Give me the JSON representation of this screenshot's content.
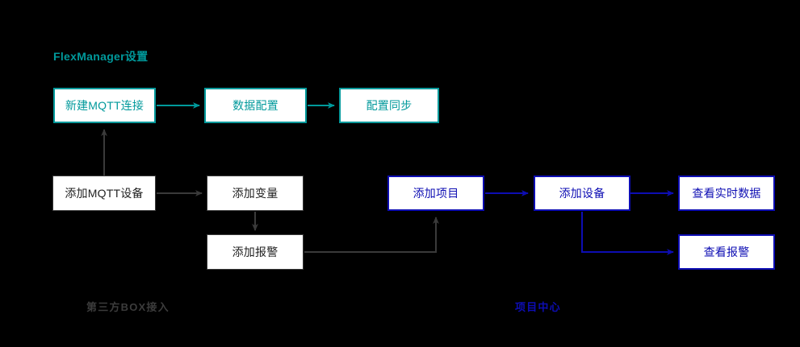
{
  "diagram": {
    "background": "#000000",
    "colors": {
      "teal": "#00999b",
      "gray": "#3a3a3a",
      "blue": "#0d0db3",
      "node_fill": "#ffffff"
    },
    "section_title": "FlexManager设置",
    "group_labels": {
      "left": "第三方BOX接入",
      "right": "项目中心"
    },
    "nodes": {
      "new_mqtt_connection": "新建MQTT连接",
      "data_config": "数据配置",
      "config_sync": "配置同步",
      "add_mqtt_device": "添加MQTT设备",
      "add_variable": "添加变量",
      "add_alarm": "添加报警",
      "add_project": "添加项目",
      "add_device": "添加设备",
      "view_realtime_data": "查看实时数据",
      "view_alarm": "查看报警"
    },
    "edges": [
      {
        "from": "new_mqtt_connection",
        "to": "data_config",
        "color": "#00999b"
      },
      {
        "from": "data_config",
        "to": "config_sync",
        "color": "#00999b"
      },
      {
        "from": "add_mqtt_device",
        "to": "new_mqtt_connection",
        "color": "#3a3a3a"
      },
      {
        "from": "add_mqtt_device",
        "to": "add_variable",
        "color": "#3a3a3a"
      },
      {
        "from": "add_variable",
        "to": "add_alarm",
        "color": "#3a3a3a"
      },
      {
        "from": "add_alarm",
        "to": "add_project",
        "color": "#3a3a3a"
      },
      {
        "from": "add_project",
        "to": "add_device",
        "color": "#0d0db3"
      },
      {
        "from": "add_device",
        "to": "view_realtime_data",
        "color": "#0d0db3"
      },
      {
        "from": "add_device",
        "to": "view_alarm",
        "color": "#0d0db3"
      }
    ]
  }
}
